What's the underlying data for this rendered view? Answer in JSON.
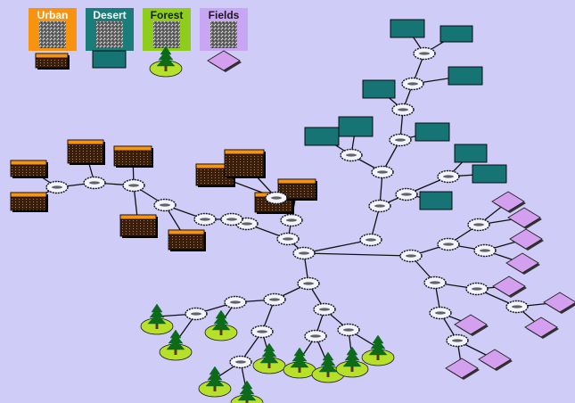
{
  "legend": [
    {
      "key": "urban",
      "title": "Urban",
      "color": "#f7930f",
      "title_color": "#ffffff",
      "icon": "urban-building-icon"
    },
    {
      "key": "desert",
      "title": "Desert",
      "color": "#1b7d7a",
      "title_color": "#ffffff",
      "icon": "desert-box-icon"
    },
    {
      "key": "forest",
      "title": "Forest",
      "color": "#8fcd1c",
      "title_color": "#1a1a1a",
      "icon": "forest-tree-icon"
    },
    {
      "key": "fields",
      "title": "Fields",
      "color": "#c8a6f4",
      "title_color": "#1a1a1a",
      "icon": "fields-diamond-icon"
    }
  ],
  "colors": {
    "background": "#cfcdf7",
    "urban_roof": "#f7930f",
    "urban_body": "#3a1e0a",
    "desert_fill": "#167574",
    "forest_ground": "#b7e02a",
    "forest_tree": "#0e6b16",
    "fields_fill": "#d59ff0",
    "node_fill": "#f3f3ff",
    "edge": "#111111"
  }
}
